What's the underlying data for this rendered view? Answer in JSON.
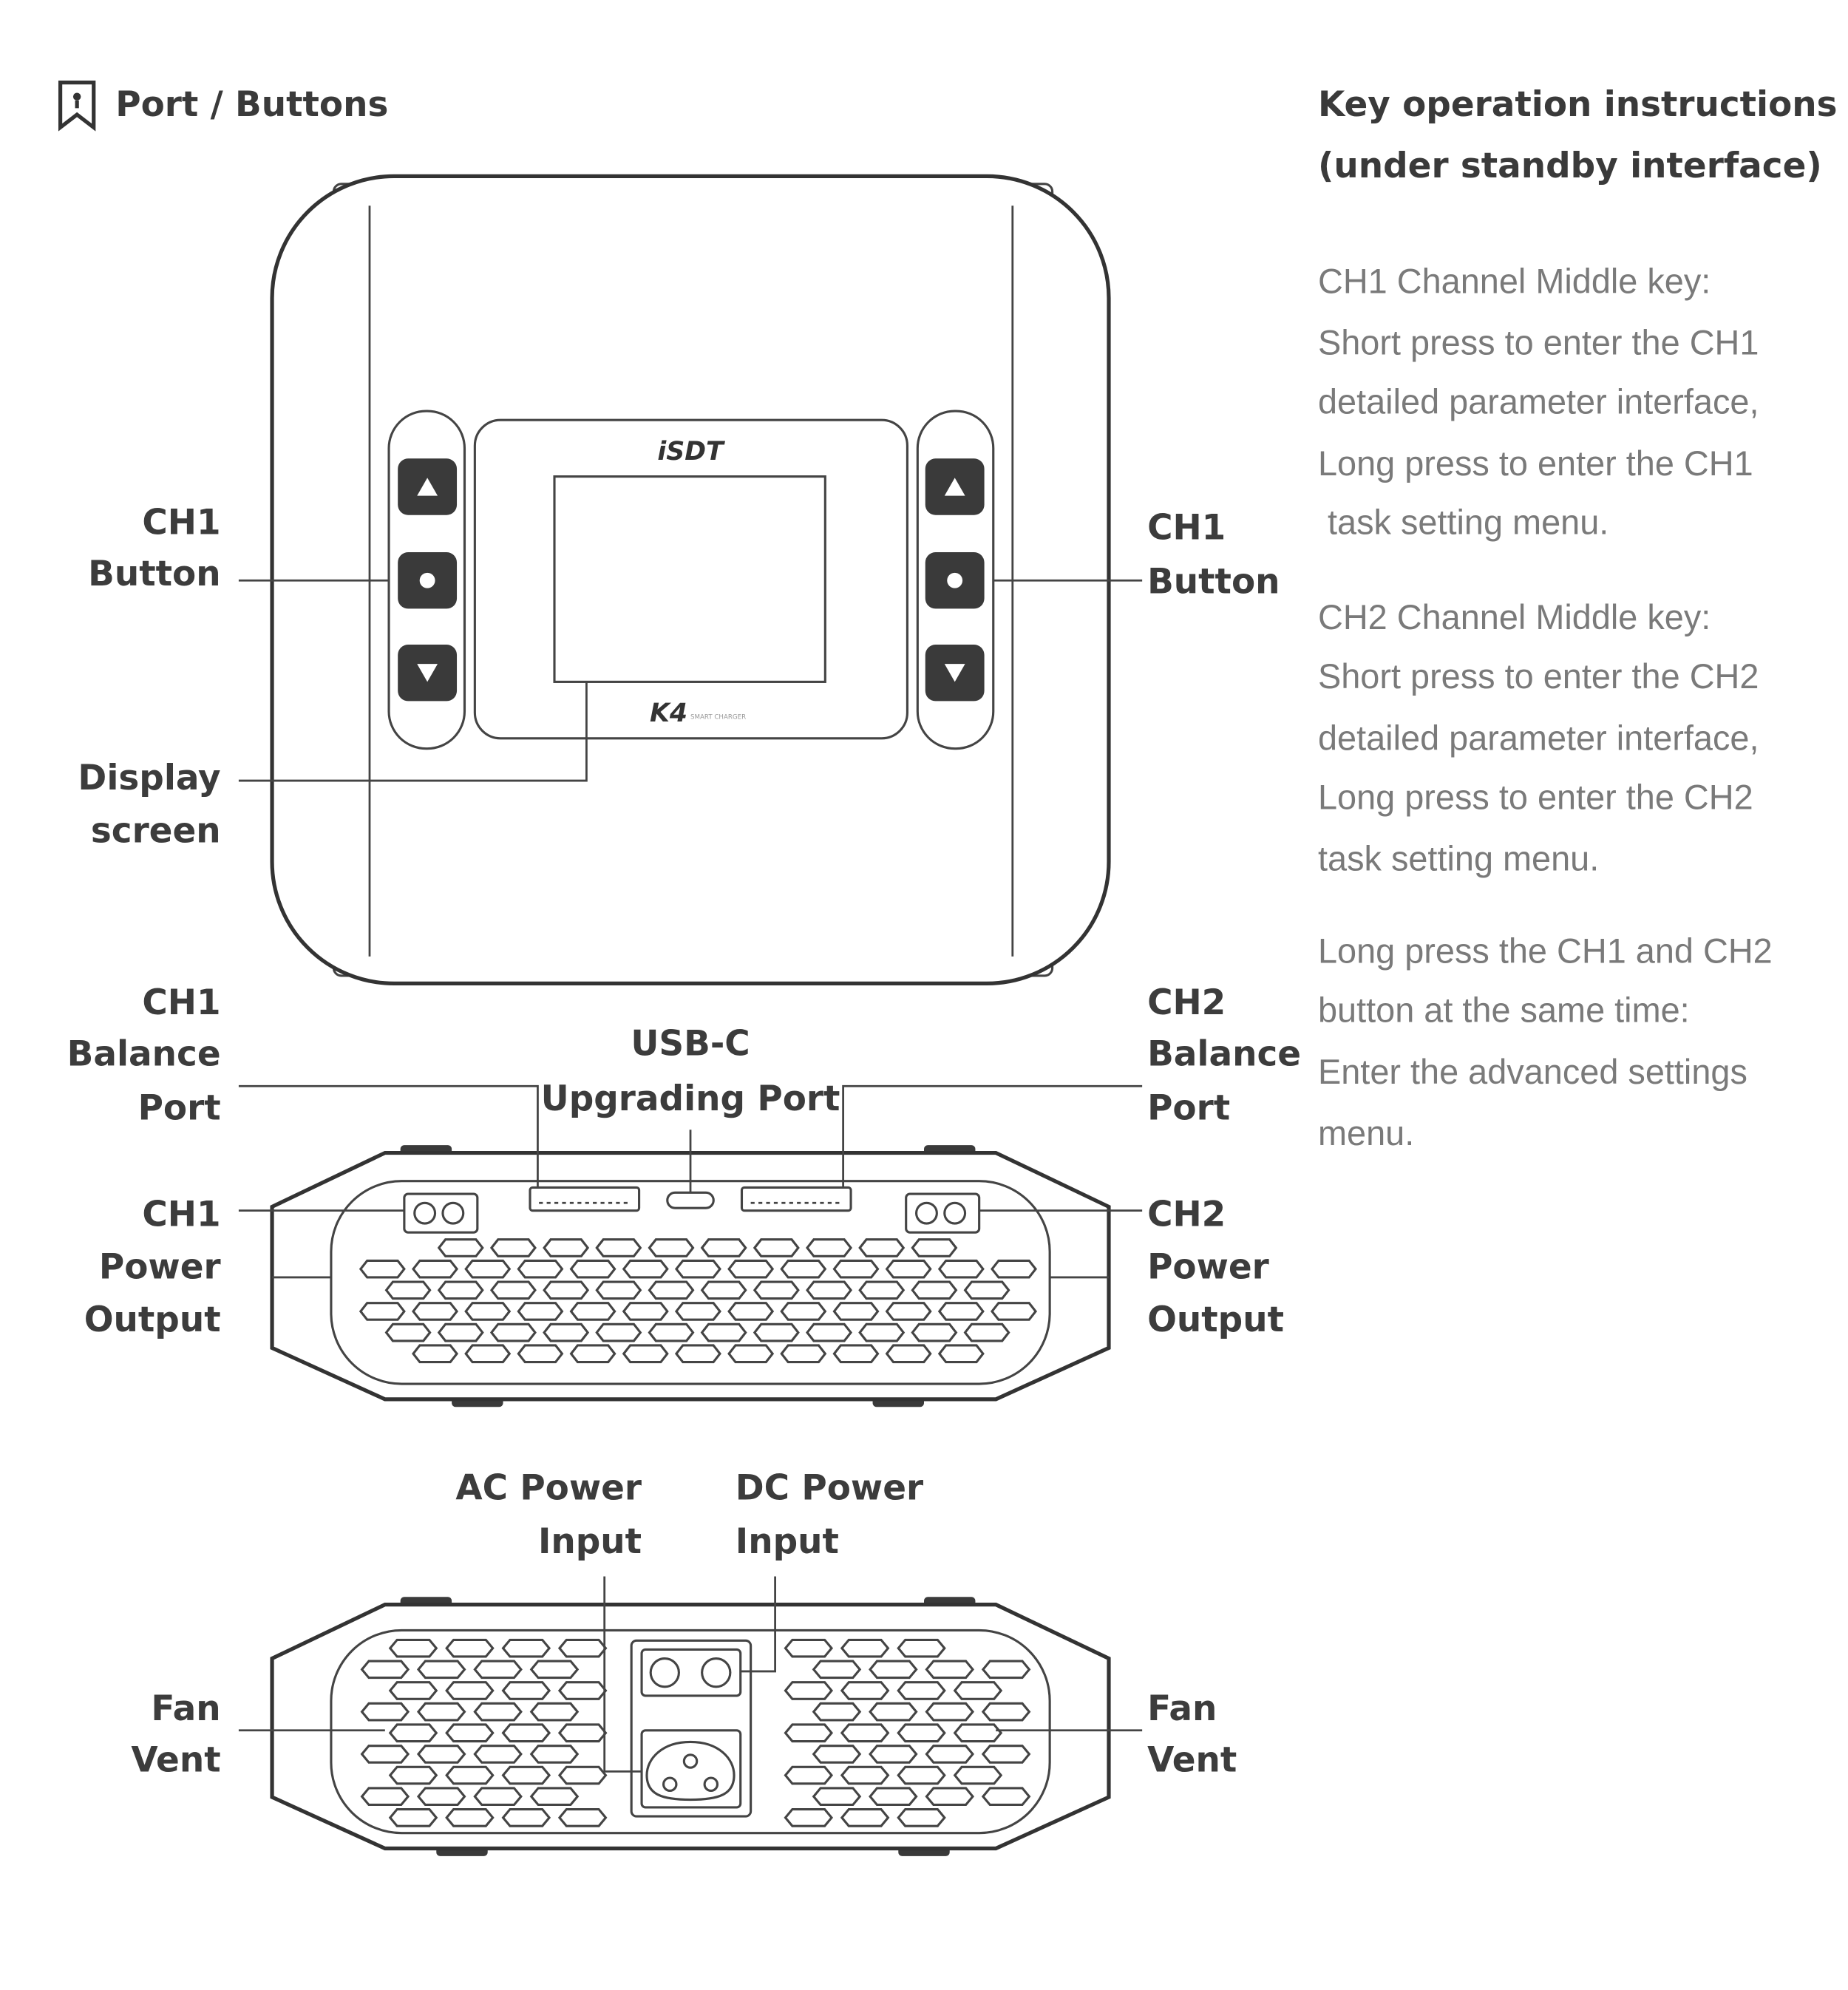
{
  "header": {
    "title": "Port / Buttons",
    "icon": "bookmark-icon"
  },
  "device": {
    "brand_logo": "iSDT",
    "model_logo": "K4",
    "model_sub": "SMART CHARGER"
  },
  "labels": {
    "ch1_button": [
      "CH1",
      "Button"
    ],
    "ch2_side_button": [
      "CH1",
      "Button"
    ],
    "display_screen": [
      "Display",
      "screen"
    ],
    "ch1_balance_port": [
      "CH1",
      "Balance",
      "Port"
    ],
    "usb_c": [
      "USB-C",
      "Upgrading Port"
    ],
    "ch2_balance_port": [
      "CH2",
      "Balance",
      "Port"
    ],
    "ch1_power_output": [
      "CH1",
      "Power",
      "Output"
    ],
    "ch2_power_output": [
      "CH2",
      "Power",
      "Output"
    ],
    "ac_power_input": [
      "AC Power",
      "Input"
    ],
    "dc_power_input": [
      "DC Power",
      "Input"
    ],
    "fan_vent_left": [
      "Fan",
      "Vent"
    ],
    "fan_vent_right": [
      "Fan",
      "Vent"
    ]
  },
  "instructions": {
    "title": [
      "Key operation instructions",
      "(under standby interface)"
    ],
    "blocks": [
      [
        "CH1 Channel Middle key:",
        "Short press to enter the CH1",
        "detailed parameter interface,",
        "Long press to enter the CH1",
        " task setting menu."
      ],
      [
        "CH2 Channel Middle key:",
        "Short press to enter the CH2",
        "detailed parameter interface,",
        "Long press to enter the CH2",
        "task setting menu."
      ],
      [
        "Long press the CH1 and CH2",
        "button at the same time:",
        "Enter the advanced settings",
        "menu."
      ]
    ]
  }
}
